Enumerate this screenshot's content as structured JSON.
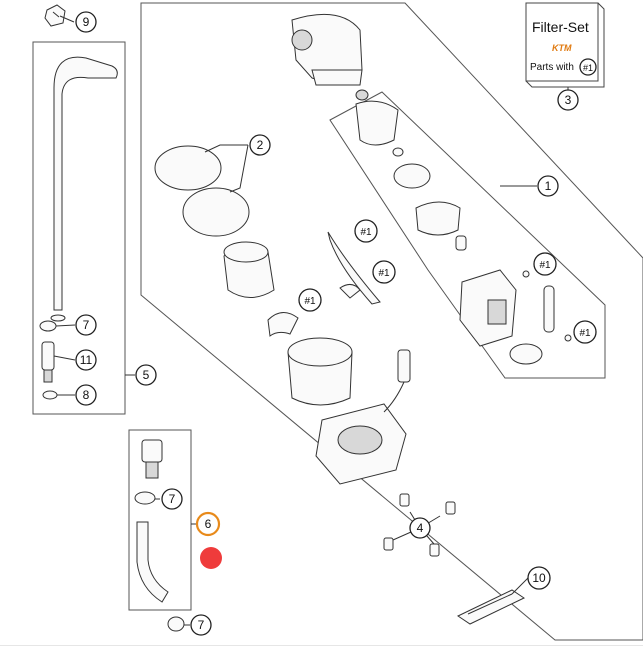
{
  "card": {
    "title": "Filter-Set",
    "brand": "KTM",
    "subtitle": "Parts with",
    "ref": "#1"
  },
  "callouts": {
    "c1": "1",
    "c2": "2",
    "c3": "3",
    "c4": "4",
    "c5": "5",
    "c6": "6",
    "c7a": "7",
    "c7b": "7",
    "c7c": "7",
    "c8": "8",
    "c9": "9",
    "c10": "10",
    "c11": "11",
    "r1": "#1",
    "r2": "#1",
    "r3": "#1",
    "r4": "#1",
    "r5": "#1"
  },
  "colors": {
    "highlight_ring": "#e88a1a",
    "marker": "#ef3b3b",
    "brand": "#e07a10"
  },
  "marker_icon": "red-dot-marker"
}
